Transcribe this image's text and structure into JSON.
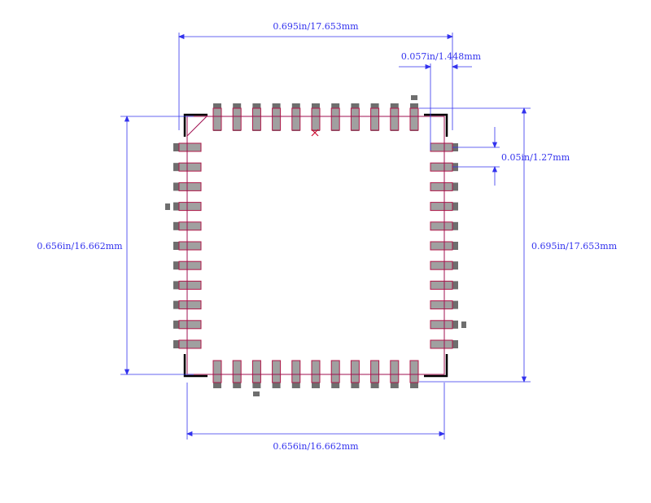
{
  "colors": {
    "background": "#ffffff",
    "dimension": "#3333ee",
    "pad_fill": "#a0a0a0",
    "pad_outline": "#b0184a",
    "pad_shadow": "#6e6e6e",
    "silkscreen": "#000000",
    "courtyard": "#a01050",
    "origin_marker": "#cc1133"
  },
  "package": {
    "pins_per_side": 11,
    "pitch": "0.05in/1.27mm"
  },
  "dimensions": {
    "overall_width": "0.695in/17.653mm",
    "pad_length": "0.057in/1.448mm",
    "pitch": "0.05in/1.27mm",
    "body_height": "0.656in/16.662mm",
    "overall_height": "0.695in/17.653mm",
    "body_width": "0.656in/16.662mm"
  },
  "icons": {
    "origin": "origin-cross-icon",
    "pin1": "pin1-chamfer-icon"
  }
}
